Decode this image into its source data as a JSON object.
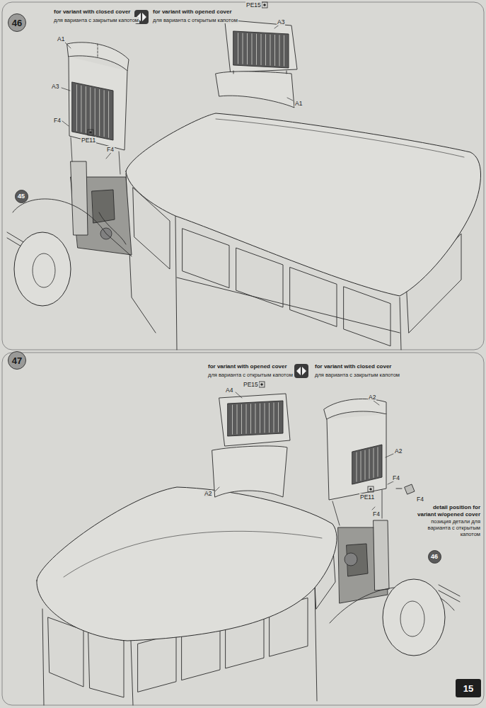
{
  "diagram": {
    "nodes": [
      {
        "text": [
          "46"
        ]
      },
      {
        "text": [
          "45"
        ]
      },
      {
        "text": [
          "47"
        ]
      },
      {
        "text": [
          "46"
        ]
      },
      {
        "text": [
          "15"
        ]
      }
    ],
    "labels": [
      "for variant with closed cover",
      "для варианта с закрытым капотом",
      "for variant with opened cover",
      "для варианта с открытым капотом",
      "PE15",
      "A3",
      "A1",
      "A3",
      "F4",
      "PE11",
      "F4",
      "A1",
      "for variant with opened cover",
      "для варианта с открытым капотом",
      "for variant with closed cover",
      "для варианта с закрытым капотом",
      "PE15",
      "A4",
      "A2",
      "A2",
      "A2",
      "F4",
      "PE11",
      "F4",
      "F4",
      "detail position for variant w/opened cover",
      "позиция детали для варианта с открытым капотом"
    ]
  }
}
